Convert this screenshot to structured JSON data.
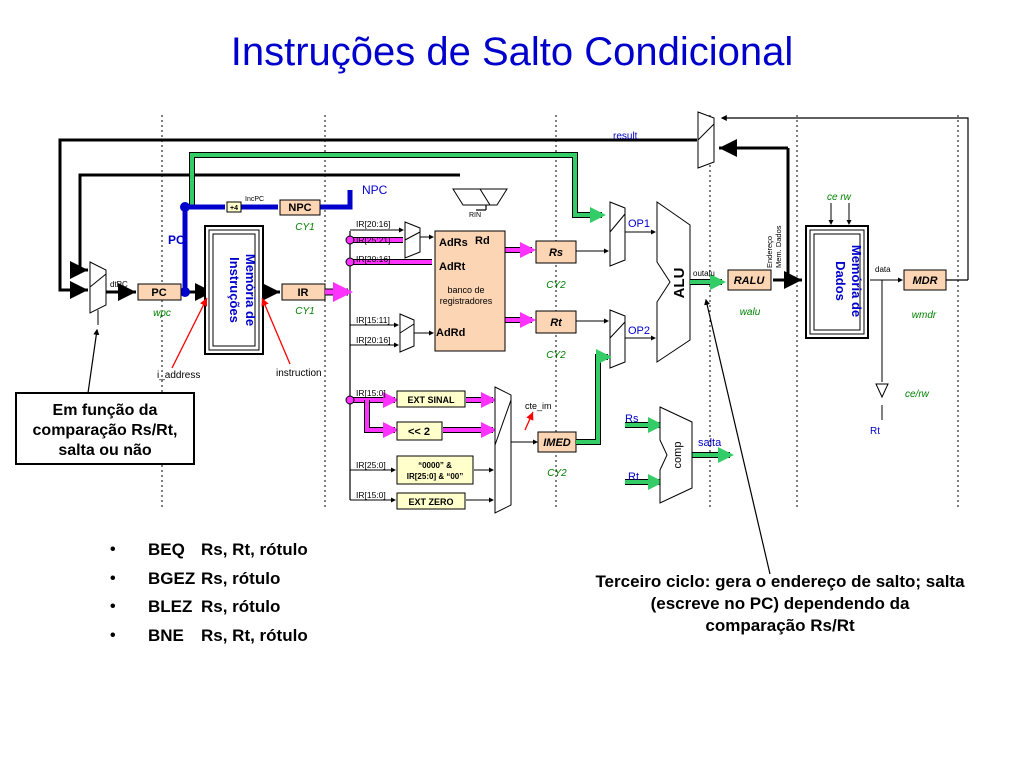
{
  "title": "Instruções de Salto Condicional",
  "labels": {
    "npc_top": "NPC",
    "pc": "PC",
    "result": "result",
    "rin": "RIN",
    "incpc": "IncPC",
    "plus4": "+4",
    "npc_box": "NPC",
    "pc_box": "PC",
    "ir_box": "IR",
    "dtpc": "dtPC",
    "wpc": "wpc",
    "cy1_a": "CY1",
    "cy1_b": "CY1",
    "mem_instr_1": "Memória de",
    "mem_instr_2": "Instruções",
    "i_address": "i_address",
    "instruction": "instruction",
    "ir_20_16_a": "IR[20:16]",
    "ir_25_21": "IR[25:21]",
    "ir_20_16_b": "IR[20:16]",
    "ir_15_11": "IR[15:11]",
    "ir_20_16_c": "IR[20:16]",
    "ir_15_0_a": "IR[15:0]",
    "ir_25_0": "IR[25:0]",
    "ir_15_0_b": "IR[15:0]",
    "adrs": "AdRs",
    "rd": "Rd",
    "adrt": "AdRt",
    "banco_1": "banco de",
    "banco_2": "registradores",
    "adrd": "AdRd",
    "rs_box": "Rs",
    "rt_box": "Rt",
    "cy2_a": "CY2",
    "cy2_b": "CY2",
    "cy2_c": "CY2",
    "op1": "OP1",
    "op2": "OP2",
    "alu": "ALU",
    "outalu": "outalu",
    "ralu": "RALU",
    "walu": "walu",
    "endereco_1": "Endereço",
    "endereco_2": "Mem. Dados",
    "mem_dados_1": "Memória de",
    "mem_dados_2": "Dados",
    "ce_rw_top": "ce  rw",
    "data": "data",
    "mdr": "MDR",
    "wmdr": "wmdr",
    "ce_rw": "ce/rw",
    "rt_out": "Rt",
    "ext_sinal": "EXT SINAL",
    "shift2": "<< 2",
    "concat_1": "“0000” &",
    "concat_2": "IR[25:0] & “00”",
    "ext_zero": "EXT ZERO",
    "cte_im": "cte_im",
    "imed": "IMED",
    "comp_rs": "Rs",
    "comp_rt": "Rt",
    "comp": "comp",
    "salta": "salta"
  },
  "note_box": {
    "line1": "Em função da",
    "line2": "comparação Rs/Rt,",
    "line3": "salta ou não"
  },
  "bullets": [
    {
      "op": "BEQ",
      "args": "Rs, Rt, rótulo"
    },
    {
      "op": "BGEZ",
      "args": "Rs, rótulo"
    },
    {
      "op": "BLEZ",
      "args": "Rs, rótulo"
    },
    {
      "op": "BNE",
      "args": "Rs, Rt, rótulo"
    }
  ],
  "bullet_symbol": "•",
  "caption": {
    "line1": "Terceiro ciclo: gera o endereço de salto; salta",
    "line2": "(escreve no PC) dependendo da",
    "line3": "comparação Rs/Rt"
  },
  "colors": {
    "title": "#0000cc",
    "box_fill": "#fcd5b4",
    "yellow_fill": "#ffffcc",
    "green_path": "#33cc66",
    "magenta_path": "#ff33ff",
    "blue_path": "#0000cc",
    "cycle_label": "#008000"
  }
}
